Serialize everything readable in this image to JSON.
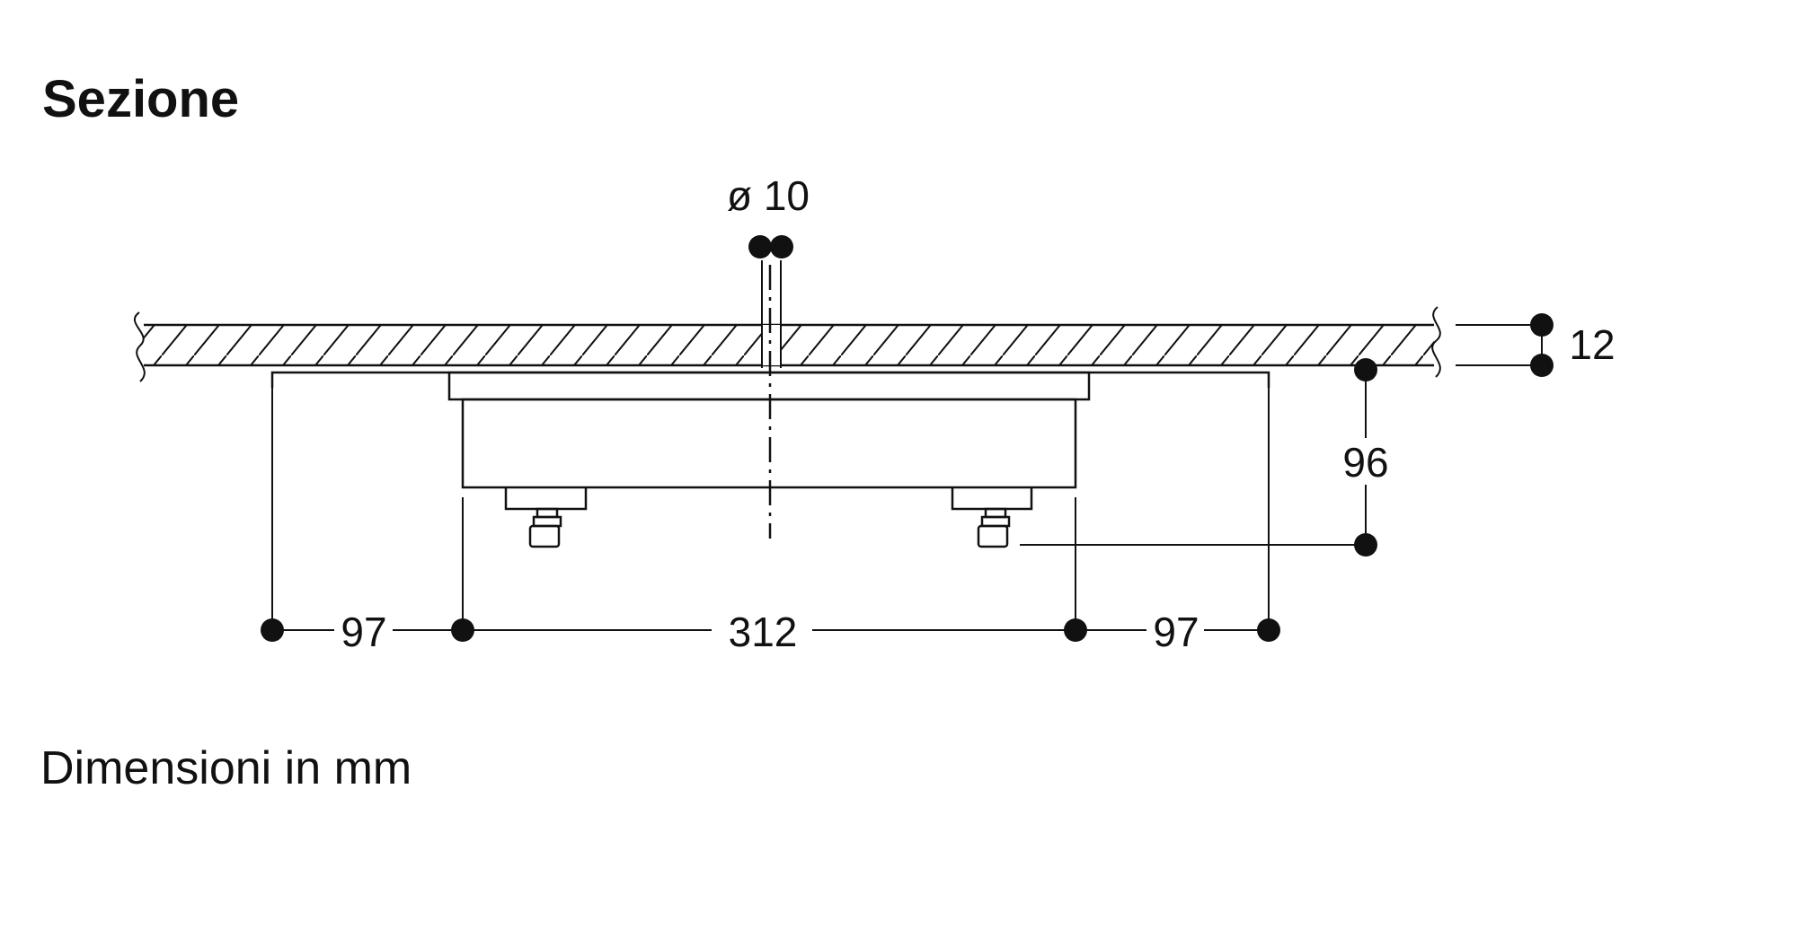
{
  "title": "Sezione",
  "footer_note": "Dimensioni in mm",
  "dimensions": {
    "diameter": "ø 10",
    "thickness": "12",
    "height": "96",
    "left_offset": "97",
    "center_width": "312",
    "right_offset": "97"
  },
  "colors": {
    "line": "#111111",
    "background": "#ffffff"
  }
}
